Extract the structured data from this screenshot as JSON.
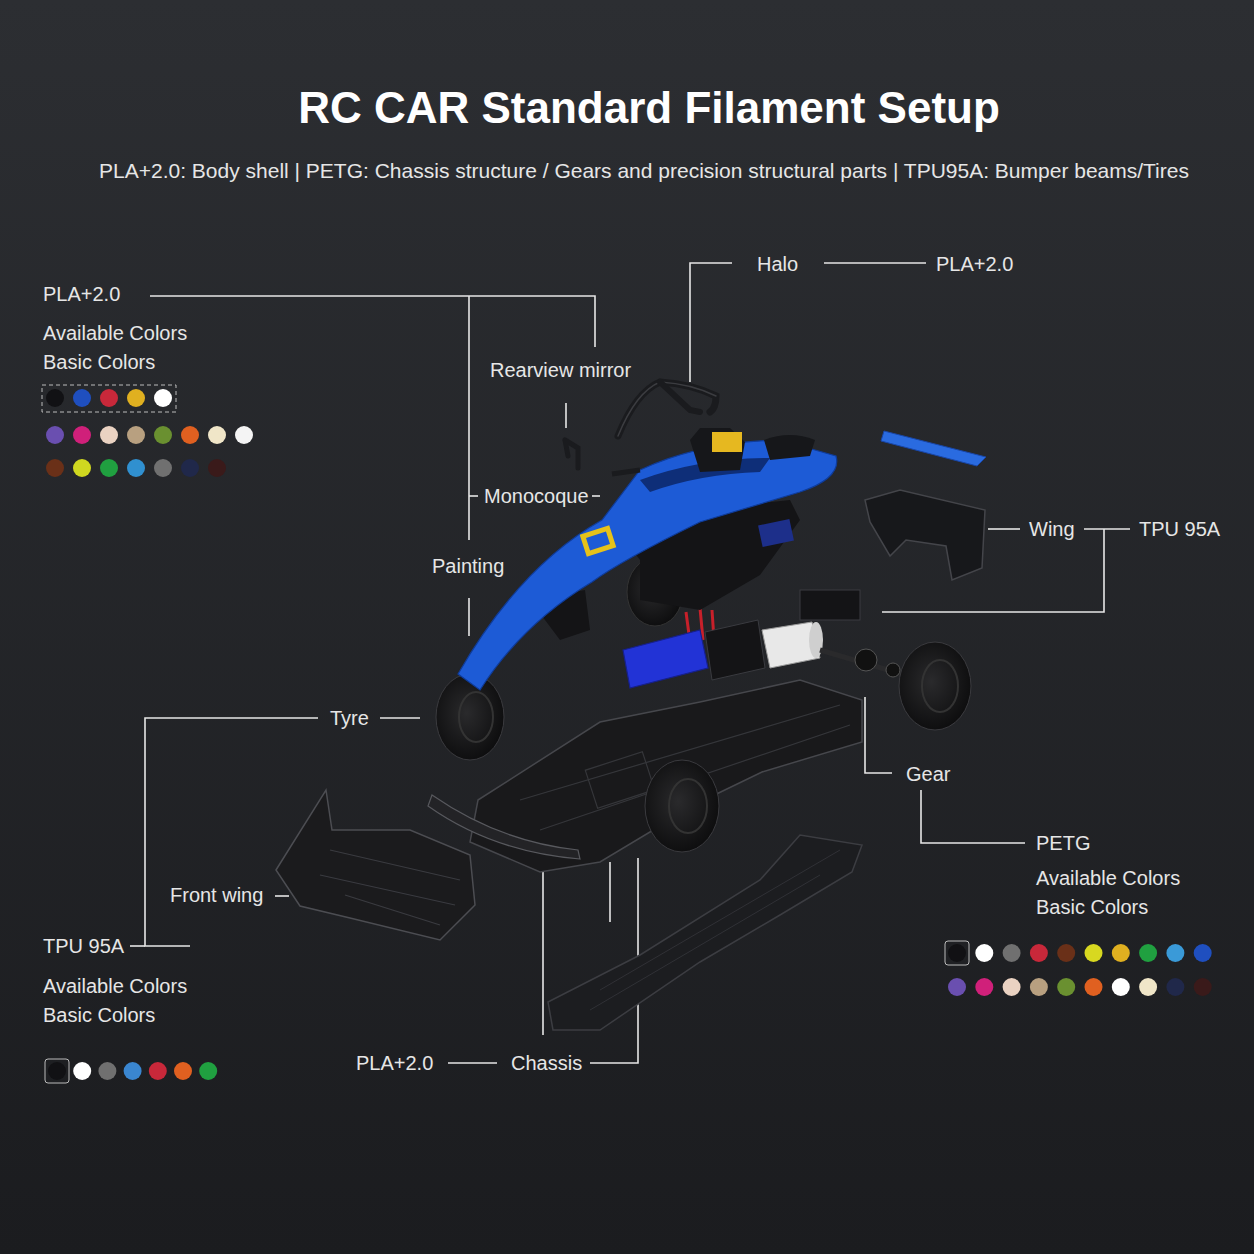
{
  "diagram": {
    "title": "RC CAR Standard Filament Setup",
    "labels": [
      "PLA+2.0: Body shell | PETG: Chassis structure / Gears and precision structural parts | TPU95A: Bumper beams/Tires",
      "Halo",
      "PLA+2.0",
      "PLA+2.0",
      "Available Colors",
      "Basic Colors",
      "Rearview mirror",
      "Monocoque",
      "Painting",
      "Wing",
      "TPU 95A",
      "Tyre",
      "Gear",
      "PETG",
      "Available Colors",
      "Basic Colors",
      "Front wing",
      "TPU 95A",
      "Available Colors",
      "Basic Colors",
      "PLA+2.0",
      "Chassis"
    ]
  }
}
